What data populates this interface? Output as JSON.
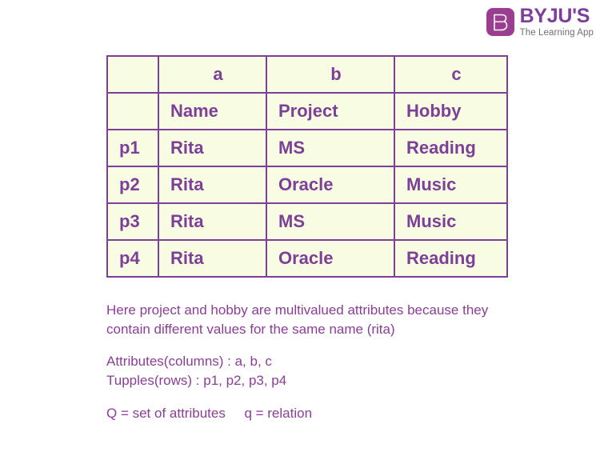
{
  "logo": {
    "mark_icon": "byjus-b-logomark",
    "name": "BYJU'S",
    "tagline": "The Learning App"
  },
  "table": {
    "corner_label": "",
    "attribute_headers": [
      "a",
      "b",
      "c"
    ],
    "field_names": [
      "Name",
      "Project",
      "Hobby"
    ],
    "rows": [
      {
        "label": "p1",
        "cells": [
          "Rita",
          "MS",
          "Reading"
        ]
      },
      {
        "label": "p2",
        "cells": [
          "Rita",
          "Oracle",
          "Music"
        ]
      },
      {
        "label": "p3",
        "cells": [
          "Rita",
          "MS",
          "Music"
        ]
      },
      {
        "label": "p4",
        "cells": [
          "Rita",
          "Oracle",
          "Reading"
        ]
      }
    ]
  },
  "notes": {
    "paragraph": "Here project and hobby are multivalued attributes because they contain different values for the same name (rita)",
    "attributes_line": "Attributes(columns) : a, b, c",
    "tuples_line": "Tupples(rows) : p1, p2, p3, p4",
    "legend_line": "Q = set of attributes     q = relation"
  },
  "colors": {
    "accent_purple": "#7E3F98",
    "text_purple": "#8B3E96",
    "header_yellow": "#FFE900",
    "cell_cream": "#F7FCE2",
    "logo_mark_purple": "#9B3D90",
    "tagline_gray": "#6E6E6E"
  }
}
